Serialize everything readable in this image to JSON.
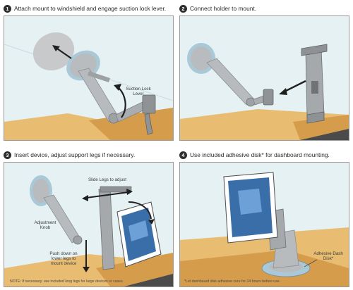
{
  "steps": [
    {
      "number": "1",
      "caption": "Attach mount to windshield and engage suction lock lever.",
      "labels": {
        "suction_lock": "Suction Lock Lever"
      }
    },
    {
      "number": "2",
      "caption": "Connect holder to mount."
    },
    {
      "number": "3",
      "caption": "Insert device, adjust support legs if necessary.",
      "labels": {
        "slide_legs": "Slide Legs to adjust",
        "adjustment_knob": "Adjustment Knob",
        "push_down": "Push down on lower legs to mount device"
      },
      "note": "NOTE: If necessary, use included long legs for large devices or cases."
    },
    {
      "number": "4",
      "caption": "Use included adhesive disk* for dashboard mounting.",
      "labels": {
        "adhesive_disk": "Adhesive Dash Disk*"
      },
      "note": "*Let dashboard disk adhesive cure for 24 hours before use."
    }
  ],
  "colors": {
    "sky": "#e6f1f3",
    "dashboard": "#e8bd72",
    "dashboard_shadow": "#d59c4c",
    "mount": "#c9ccce",
    "mount_dark": "#8c9092",
    "suction_ring": "#9fc8dc",
    "arrow": "#1f1f1f"
  },
  "icons": [
    "number-badge-icon",
    "curved-arrow-icon",
    "double-arrow-icon",
    "down-arrow-icon"
  ]
}
